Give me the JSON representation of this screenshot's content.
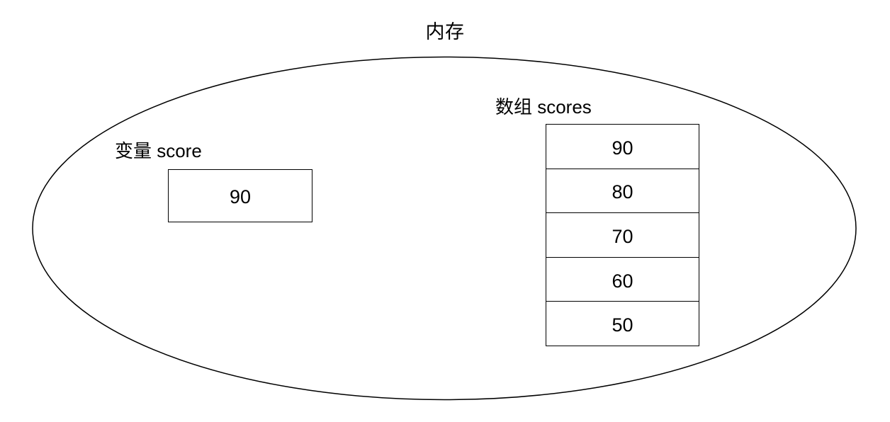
{
  "diagram": {
    "title": "内存",
    "shape": "ellipse",
    "stroke_color": "#000000",
    "background_color": "#ffffff"
  },
  "variable": {
    "label": "变量 score",
    "value": "90"
  },
  "array": {
    "label": "数组 scores",
    "cells": [
      {
        "value": "90"
      },
      {
        "value": "80"
      },
      {
        "value": "70"
      },
      {
        "value": "60"
      },
      {
        "value": "50"
      }
    ]
  }
}
